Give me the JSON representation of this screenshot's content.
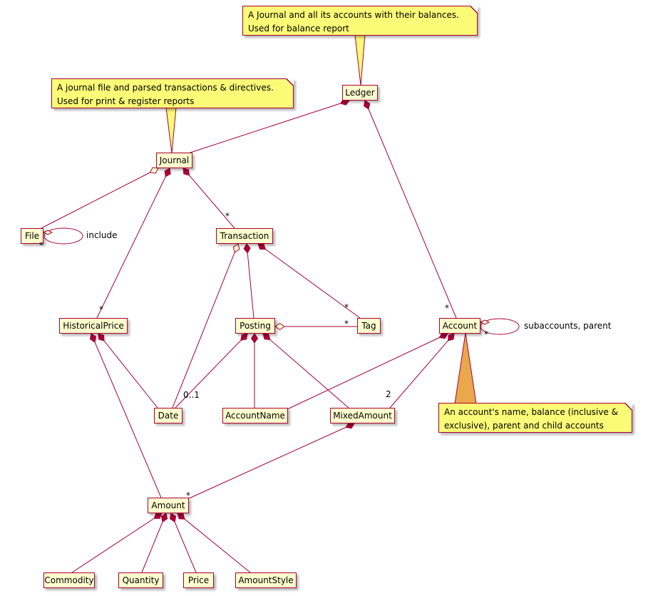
{
  "diagram": {
    "type": "uml-class-diagram",
    "nodes": {
      "ledger": "Ledger",
      "journal": "Journal",
      "file": "File",
      "transaction": "Transaction",
      "historical_price": "HistoricalPrice",
      "posting": "Posting",
      "tag": "Tag",
      "account": "Account",
      "date": "Date",
      "account_name": "AccountName",
      "mixed_amount": "MixedAmount",
      "amount": "Amount",
      "commodity": "Commodity",
      "quantity": "Quantity",
      "price": "Price",
      "amount_style": "AmountStyle"
    },
    "notes": {
      "ledger_note": "A Journal and all its accounts with their balances.\nUsed for balance report",
      "journal_note": "A journal file and parsed transactions & directives.\nUsed for print & register reports",
      "account_note": "An account's name, balance (inclusive &\nexclusive), parent and child accounts"
    },
    "edge_labels": {
      "include": "include",
      "subaccounts": "subaccounts, parent",
      "file_self_mult": "*",
      "journal_transaction_mult": "*",
      "journal_historical_price_mult": "*",
      "transaction_tag_mult": "*",
      "posting_tag_mult": "*",
      "ledger_account_mult": "*",
      "account_self_mult": "*",
      "posting_date_mult": "0..1",
      "account_mixed_amount_mult": "2",
      "mixed_amount_amount_mult": "*"
    },
    "colors": {
      "node_fill": "#FEFECE",
      "node_border": "#A80036",
      "note_fill": "#FBFB77",
      "edge": "#A80036",
      "connector_accent": "#E9A84C"
    }
  }
}
